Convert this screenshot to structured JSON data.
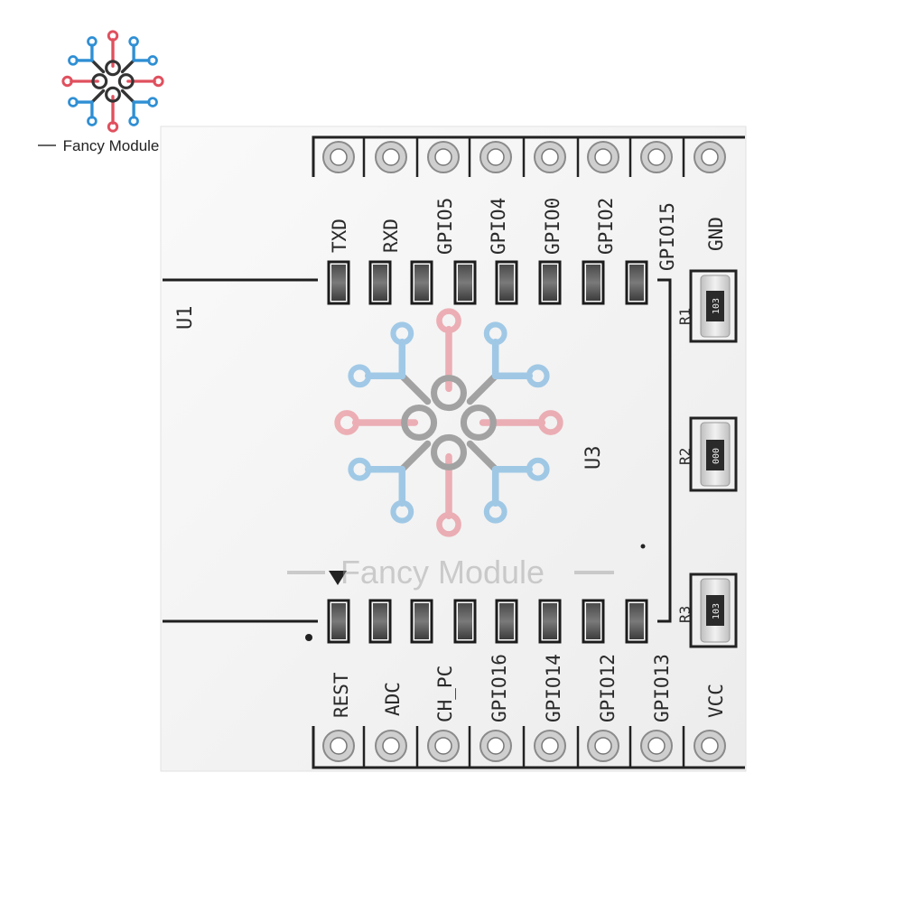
{
  "brand": {
    "name": "Fancy Module",
    "watermark": "Fancy Module",
    "accent_red": "#e0505e",
    "accent_blue": "#2f8fd4"
  },
  "board": {
    "chip_label": "U1",
    "module_label": "U3",
    "top_pins": [
      "TXD",
      "RXD",
      "GPIO5",
      "GPIO4",
      "GPIO0",
      "GPIO2",
      "GPIO15",
      "GND"
    ],
    "bottom_pins": [
      "REST",
      "ADC",
      "CH_PC",
      "GPIO16",
      "GPIO14",
      "GPIO12",
      "GPIO13",
      "VCC"
    ],
    "resistors": [
      {
        "designator": "R1",
        "marking": "103"
      },
      {
        "designator": "R2",
        "marking": "000"
      },
      {
        "designator": "R3",
        "marking": "103"
      }
    ]
  }
}
